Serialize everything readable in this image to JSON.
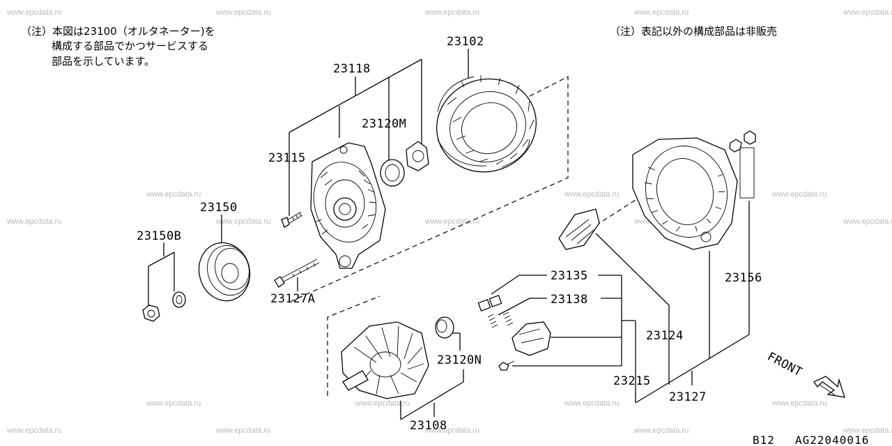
{
  "notes": {
    "left": [
      "（注）本図は23100（オルタネーター)を",
      "構成する部品でかつサービスする",
      "部品を示しています。"
    ],
    "right": "（注）表記以外の構成部品は非販売"
  },
  "parts": {
    "p23102": "23102",
    "p23118": "23118",
    "p23120M": "23120M",
    "p23115": "23115",
    "p23150": "23150",
    "p23150B": "23150B",
    "p23127A": "23127A",
    "p23135": "23135",
    "p23138": "23138",
    "p23156": "23156",
    "p23124": "23124",
    "p23120N": "23120N",
    "p23215": "23215",
    "p23127": "23127",
    "p23108": "23108"
  },
  "front_label": "FRONT",
  "footer": {
    "model": "B12",
    "diagram_code": "AG22040016"
  },
  "watermark": "www.epcdata.ru"
}
